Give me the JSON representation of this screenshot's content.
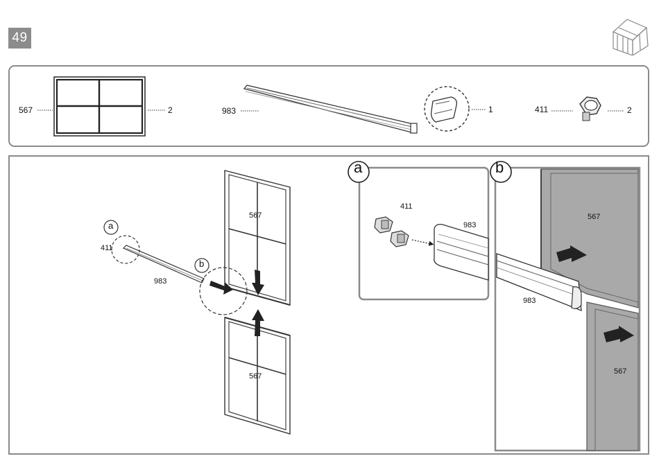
{
  "page": {
    "step_number": "49"
  },
  "parts": [
    {
      "code": "567",
      "qty": "2",
      "icon": "panel-frame-icon"
    },
    {
      "code": "983",
      "qty": "1",
      "icon": "bar-profile-icon"
    },
    {
      "code": "411",
      "qty": "2",
      "icon": "bolt-icon"
    }
  ],
  "main": {
    "callout_a_letter": "a",
    "callout_b_letter": "b",
    "bolt_code": "411",
    "bar_code": "983",
    "panel_top_code": "567",
    "panel_bottom_code": "567"
  },
  "detail_a": {
    "letter": "a",
    "bolt_code": "411",
    "bar_code": "983"
  },
  "detail_b": {
    "letter": "b",
    "panel_top_code": "567",
    "bar_code": "983",
    "panel_bottom_code": "567"
  },
  "colors": {
    "frame_border": "#8a8a8a",
    "step_bg": "#8c8c8c",
    "detail_gray": "#a9a9a9",
    "arrow": "#222222"
  }
}
